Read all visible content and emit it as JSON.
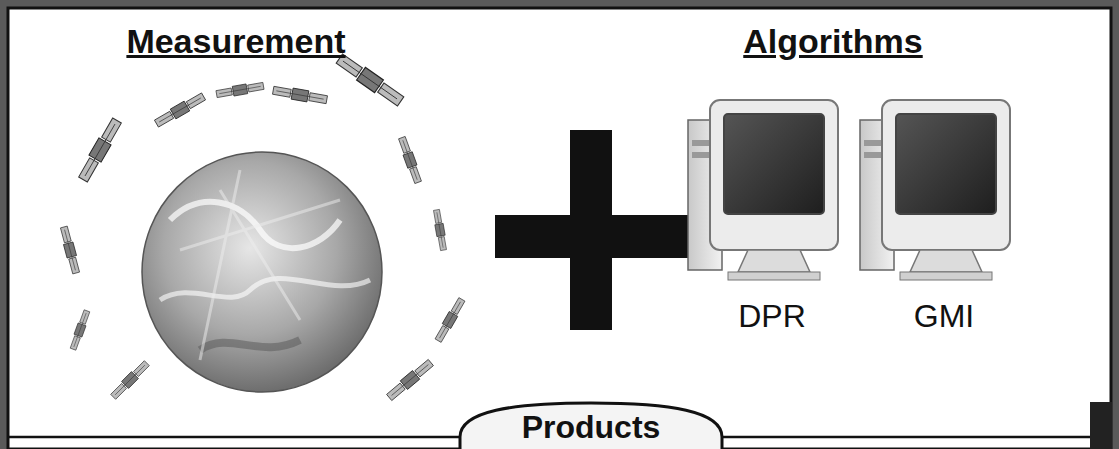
{
  "diagram": {
    "nodes": [
      {
        "text": [
          "Products"
        ]
      }
    ],
    "labels": [
      "Measurement",
      "Algorithms",
      "DPR",
      "GMI"
    ]
  }
}
